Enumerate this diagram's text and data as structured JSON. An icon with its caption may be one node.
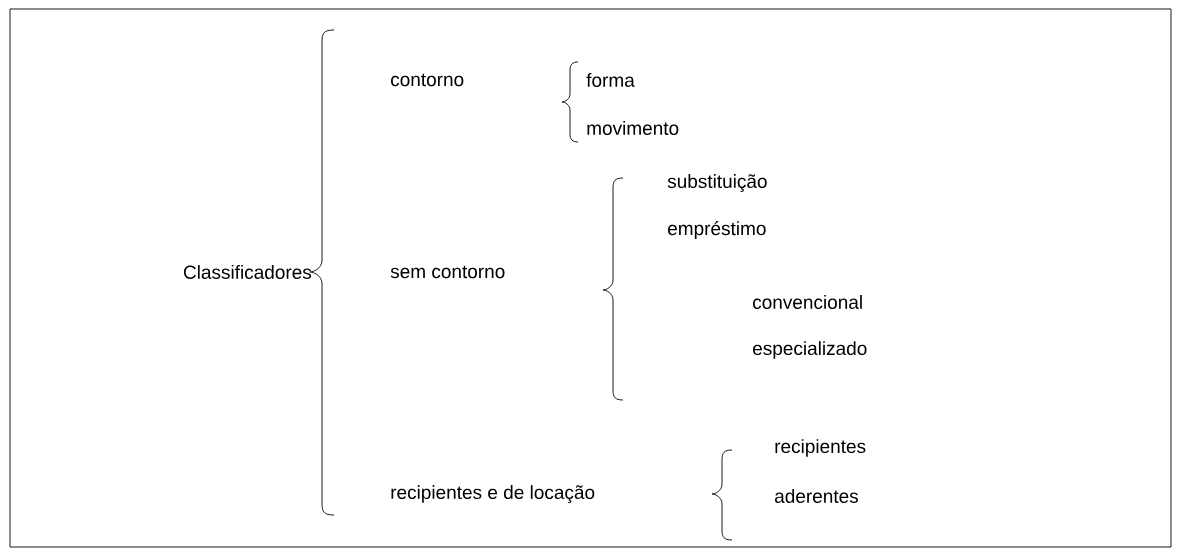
{
  "diagram": {
    "labels": [
      "contorno",
      "forma",
      "movimento",
      "substituição",
      "Classificadores",
      "sem contorno",
      "empréstimo",
      "convencional",
      "especializado",
      "recipientes",
      "recipientes e de locação",
      "aderentes"
    ]
  }
}
